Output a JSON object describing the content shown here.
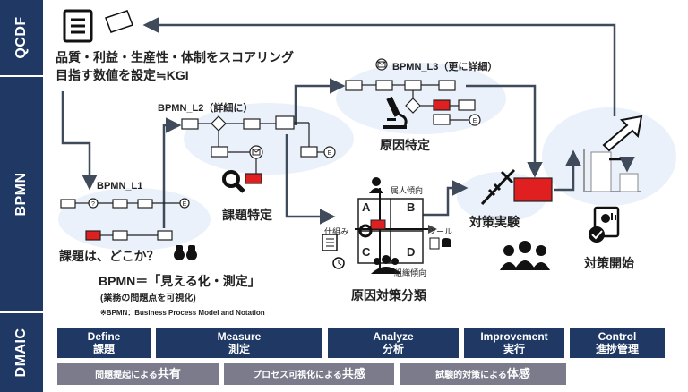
{
  "bands": {
    "qcdf": "QCDF",
    "bpmn": "BPMN",
    "dmaic": "DMAIC"
  },
  "heading": {
    "line1": "品質・利益・生産性・体制をスコアリング",
    "line2": "目指す数値を設定≒KGI"
  },
  "levels": {
    "l1": "BPMN_L1",
    "l2": "BPMN_L2（詳細に）",
    "l3": "BPMN_L3（更に詳細）"
  },
  "steps": {
    "where": "課題は、どこか？",
    "issue": "課題特定",
    "cause": "原因特定",
    "classify": "原因対策分類",
    "experiment": "対策実験",
    "start": "対策開始"
  },
  "quadrant": {
    "a": "A",
    "b": "B",
    "c": "C",
    "d": "D",
    "top": "属人傾向",
    "bottom": "組織傾向",
    "left": "仕組み",
    "right": "ツール"
  },
  "bpmn_def": {
    "title": "BPMN＝「見える化・測定」",
    "subtitle": "(業務の問題点を可視化)",
    "note": "※BPMN：Business Process Model and Notation"
  },
  "dmaic": [
    {
      "en": "Define",
      "ja": "課題"
    },
    {
      "en": "Measure",
      "ja": "測定"
    },
    {
      "en": "Analyze",
      "ja": "分析"
    },
    {
      "en": "Improvement",
      "ja": "実行"
    },
    {
      "en": "Control",
      "ja": "進捗管理"
    }
  ],
  "shared": [
    {
      "pre": "問題提起による",
      "em": "共有"
    },
    {
      "pre": "プロセス可視化による",
      "em": "共感"
    },
    {
      "pre": "試験的対策による",
      "em": "体感"
    }
  ],
  "colors": {
    "navy": "#1f3864",
    "red": "#e02020",
    "grey": "#7b7b8c",
    "arrow": "#3f4a5a"
  }
}
